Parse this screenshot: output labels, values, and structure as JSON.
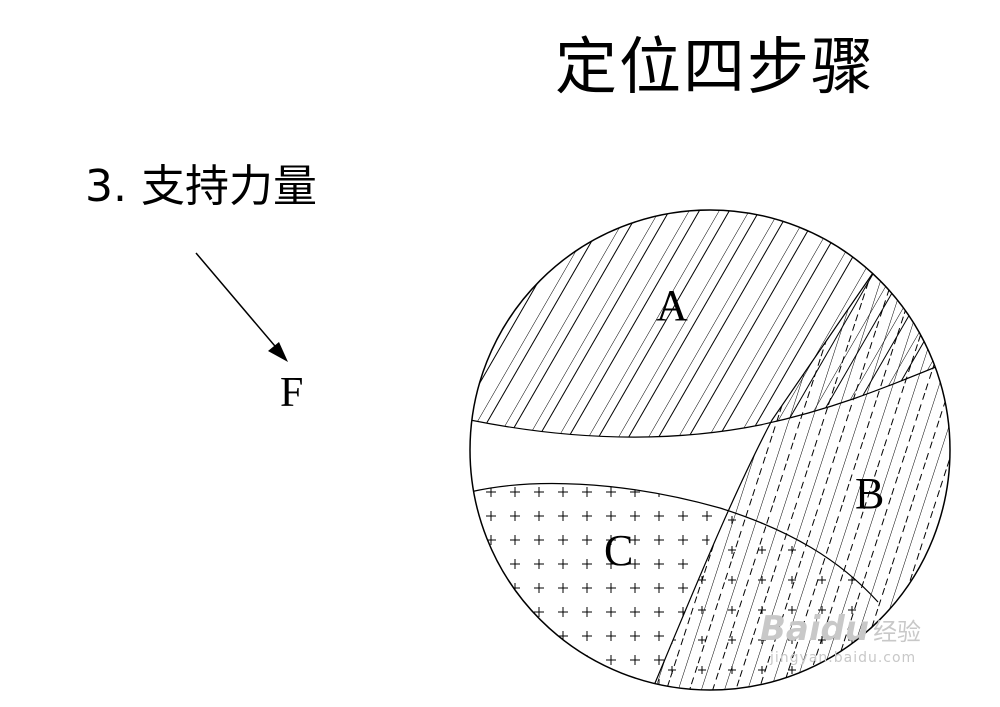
{
  "title": "定位四步骤",
  "step": {
    "label": "3. 支持力量"
  },
  "force": {
    "label": "F"
  },
  "regions": {
    "a": "A",
    "b": "B",
    "c": "C"
  },
  "watermark": {
    "brand": "Baidu",
    "brand_cn": "经验",
    "url": "jingyan.baidu.com"
  }
}
